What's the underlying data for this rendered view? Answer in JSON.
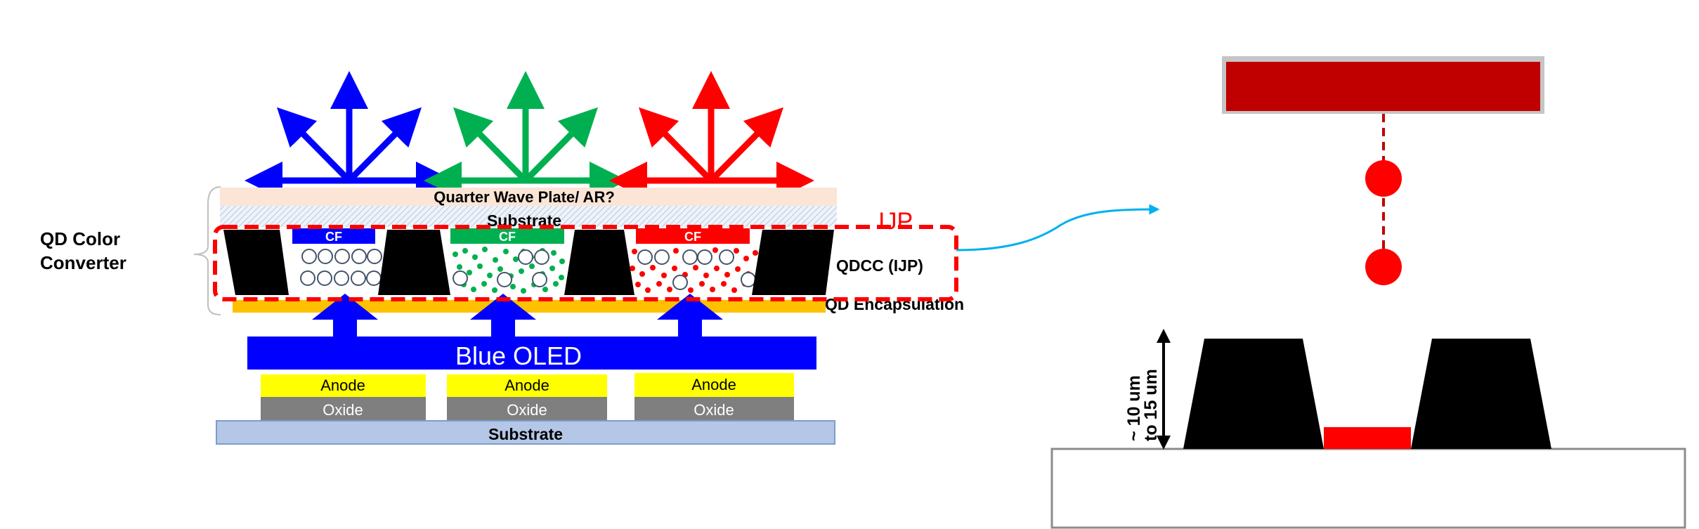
{
  "labels": {
    "qd_color_converter_line1": "QD Color",
    "qd_color_converter_line2": "Converter",
    "quarter_wave_plate": "Quarter Wave Plate/ AR?",
    "substrate_top": "Substrate",
    "ijp": "IJP",
    "cf": "CF",
    "qdcc": "QDCC (IJP)",
    "qd_encapsulation": "QD Encapsulation",
    "blue_oled": "Blue OLED",
    "anode": "Anode",
    "oxide": "Oxide",
    "substrate_bottom": "Substrate",
    "height_line1": "~ 10 um",
    "height_line2": "to 15 um"
  },
  "colors": {
    "blue": "#0000ff",
    "green": "#00b050",
    "red": "#ff0000",
    "dark_red": "#c00000",
    "qwp": "#fbe5d6",
    "substrate_hatch": "#dce6f2",
    "encapsulation": "#ffc000",
    "anode": "#ffff00",
    "oxide": "#7f7f7f",
    "bottom_substrate": "#b4c7e7",
    "connector": "#00b0f0",
    "bank": "#000000"
  },
  "icons": {
    "emission": "arrow-burst",
    "pump": "up-arrow",
    "connector": "curved-arrow"
  }
}
